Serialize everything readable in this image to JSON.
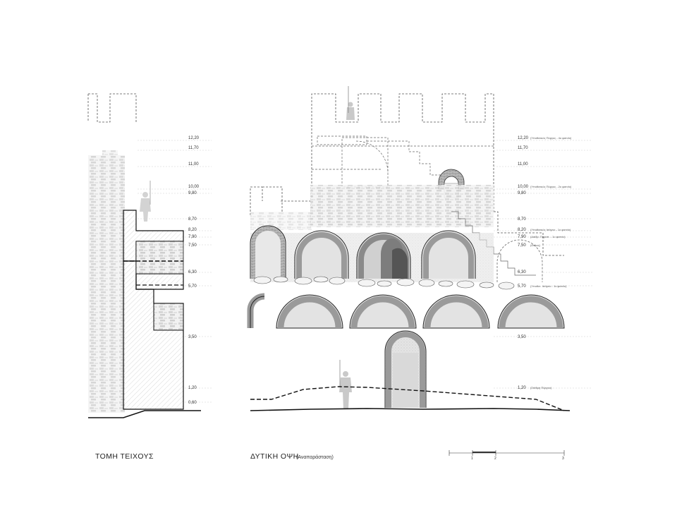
{
  "captions": {
    "section_title": "ΤΟΜΗ ΤΕΙΧΟΥΣ",
    "elevation_title": "ΔΥΤΙΚΗ ΟΨΗ",
    "elevation_subtitle": "(Αναπαράσταση)"
  },
  "section_levels": [
    {
      "value": "12,20"
    },
    {
      "value": "11,70"
    },
    {
      "value": "11,00"
    },
    {
      "value": "10,00"
    },
    {
      "value": "9,80"
    },
    {
      "value": "8,70"
    },
    {
      "value": "8,20"
    },
    {
      "value": "7,90"
    },
    {
      "value": "7,50"
    },
    {
      "value": "6,30"
    },
    {
      "value": "5,70"
    },
    {
      "value": "3,50"
    },
    {
      "value": "1,20"
    },
    {
      "value": "0,60"
    }
  ],
  "elevation_levels": [
    {
      "value": "12,20",
      "note": "(Υποθετικός Πύργος - 4ο φατνίο)"
    },
    {
      "value": "11,70",
      "note": ""
    },
    {
      "value": "11,00",
      "note": ""
    },
    {
      "value": "10,00",
      "note": "(Υποθετικός Πύργος - 2ο φατνίο)"
    },
    {
      "value": "9,80",
      "note": ""
    },
    {
      "value": "8,70",
      "note": ""
    },
    {
      "value": "8,20",
      "note": "(Υποθετικός Ισόγειο - 1ο φατνίο)"
    },
    {
      "value": "7,90",
      "note": "(Διάδρ. Παραπ. - 1ο φατνίο)"
    },
    {
      "value": "7,50",
      "note": "(Θόλος)"
    },
    {
      "value": "6,30",
      "note": ""
    },
    {
      "value": "5,70",
      "note": "(Υποθετ. Ισόγειο - 1ο φατνίο)"
    },
    {
      "value": "3,50",
      "note": ""
    },
    {
      "value": "1,20",
      "note": "(Στάθμη Πύργου)"
    }
  ],
  "scale_bar": [
    "1",
    "2",
    "3"
  ]
}
